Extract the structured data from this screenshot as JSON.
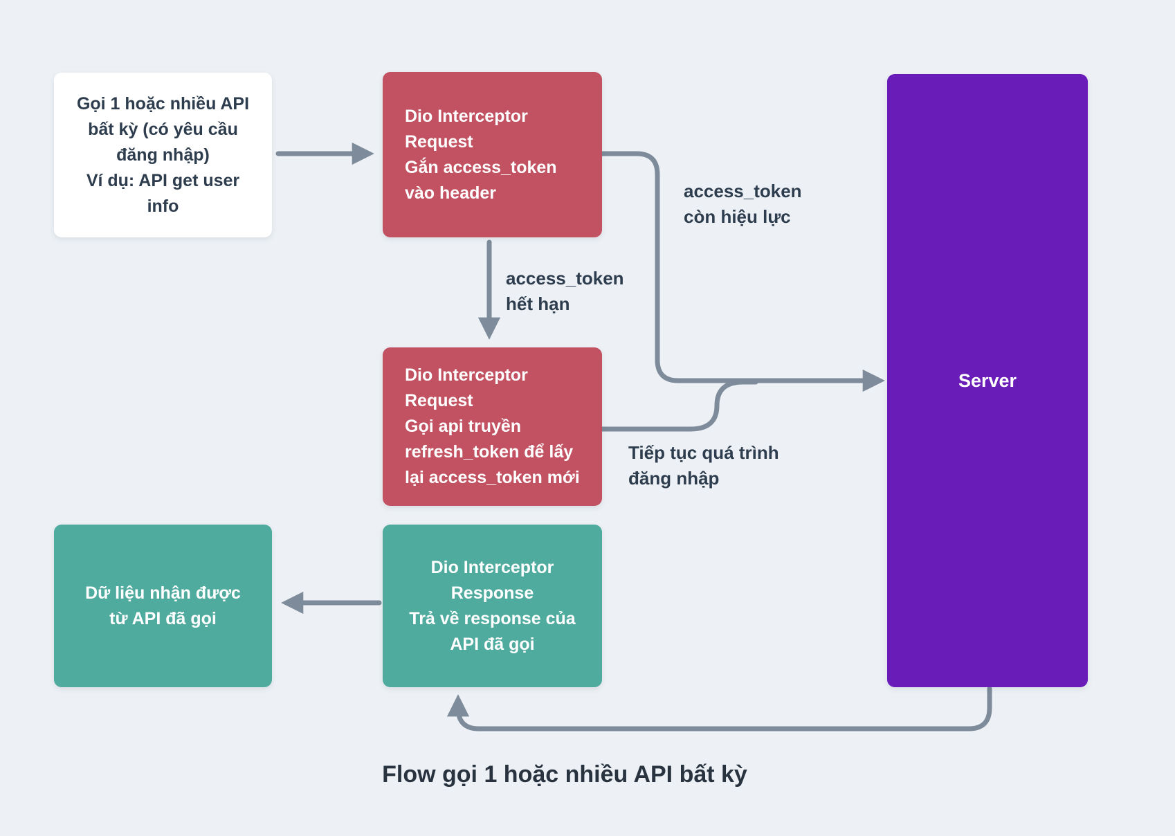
{
  "diagram": {
    "title": "Flow gọi 1 hoặc nhiều API bất kỳ",
    "nodes": {
      "start": "Gọi 1 hoặc nhiều API\nbất kỳ (có yêu cầu\nđăng nhập)\nVí dụ: API get user\ninfo",
      "attach": "Dio Interceptor\nRequest\nGắn access_token\nvào header",
      "refresh": "Dio Interceptor\nRequest\nGọi api truyền\nrefresh_token để lấy\nlại access_token mới",
      "response": "Dio Interceptor\nResponse\nTrả về response của\nAPI đã gọi",
      "result": "Dữ liệu nhận được\ntừ API đã gọi",
      "server": "Server"
    },
    "labels": {
      "token_valid": "access_token\ncòn hiệu lực",
      "token_expired": "access_token\nhết hạn",
      "continue_login": "Tiếp tục quá trình\nđăng nhập"
    },
    "colors": {
      "bg": "#edf1f5",
      "node_red": "#c25261",
      "node_teal": "#4fab9e",
      "node_purple": "#6a1cb9",
      "node_white": "#ffffff",
      "arrow": "#7d8b9a",
      "text_dark": "#2e3d4e",
      "text_light": "#ffffff"
    }
  }
}
